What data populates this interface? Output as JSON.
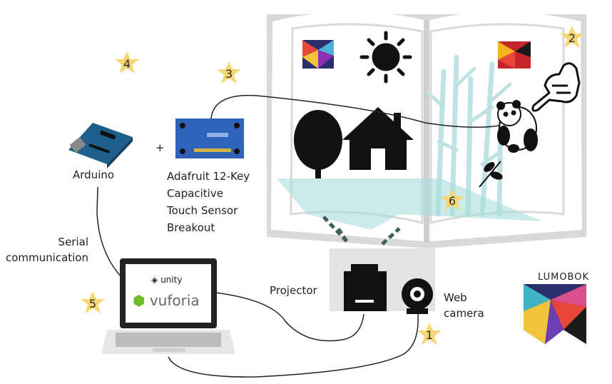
{
  "labels": {
    "arduino": "Arduino",
    "plus": "+",
    "sensor": [
      "Adafruit 12-Key",
      "Capacitive",
      "Touch Sensor",
      "Breakout"
    ],
    "serial": [
      "Serial",
      "communication"
    ],
    "projector": "Projector",
    "webcam": [
      "Web",
      "camera"
    ]
  },
  "badges": [
    "1",
    "2",
    "3",
    "4",
    "5",
    "6"
  ],
  "laptop_screen": {
    "unity": "unity",
    "vuforia": "vuforia"
  },
  "logo_text": "LUMOBOK",
  "colors": {
    "badge": "#f7d774",
    "book_frame": "#d6d6d6",
    "bamboo": "#bfe3e3",
    "projection": "#a9dcdc",
    "board_blue": "#2f63b7",
    "arduino_blue": "#1f5f8b",
    "dark": "#1a1a1a"
  },
  "icons": [
    "sun-icon",
    "tree-icon",
    "house-icon",
    "panda-icon",
    "hand-icon",
    "unity-icon",
    "vuforia-icon"
  ]
}
